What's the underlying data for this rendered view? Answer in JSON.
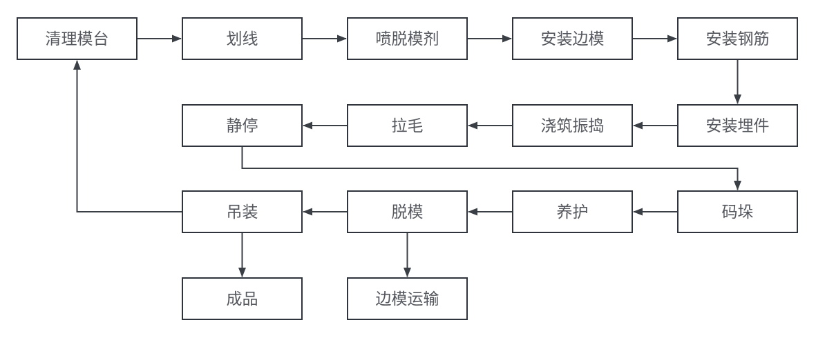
{
  "colors": {
    "background": "#ffffff",
    "node-border": "#2f333b",
    "node-fill": "#ffffff",
    "arrow": "#3a3e45",
    "text": "#54575d"
  },
  "nodes": [
    {
      "id": "clean-mold-table",
      "label": "清理模台"
    },
    {
      "id": "marking",
      "label": "划线"
    },
    {
      "id": "spray-release-agent",
      "label": "喷脱模剂"
    },
    {
      "id": "install-side-forms",
      "label": "安装边模"
    },
    {
      "id": "install-rebar",
      "label": "安装钢筋"
    },
    {
      "id": "resting",
      "label": "静停"
    },
    {
      "id": "roughening",
      "label": "拉毛"
    },
    {
      "id": "pour-and-vibrate",
      "label": "浇筑振捣"
    },
    {
      "id": "install-embedded-parts",
      "label": "安装埋件"
    },
    {
      "id": "hoisting",
      "label": "吊装"
    },
    {
      "id": "demolding",
      "label": "脱模"
    },
    {
      "id": "curing",
      "label": "养护"
    },
    {
      "id": "stacking",
      "label": "码垛"
    },
    {
      "id": "finished-product",
      "label": "成品"
    },
    {
      "id": "side-form-transport",
      "label": "边模运输"
    }
  ],
  "edges": [
    {
      "from": "clean-mold-table",
      "to": "marking"
    },
    {
      "from": "marking",
      "to": "spray-release-agent"
    },
    {
      "from": "spray-release-agent",
      "to": "install-side-forms"
    },
    {
      "from": "install-side-forms",
      "to": "install-rebar"
    },
    {
      "from": "install-rebar",
      "to": "install-embedded-parts"
    },
    {
      "from": "install-embedded-parts",
      "to": "pour-and-vibrate"
    },
    {
      "from": "pour-and-vibrate",
      "to": "roughening"
    },
    {
      "from": "roughening",
      "to": "resting"
    },
    {
      "from": "resting",
      "to": "stacking"
    },
    {
      "from": "stacking",
      "to": "curing"
    },
    {
      "from": "curing",
      "to": "demolding"
    },
    {
      "from": "demolding",
      "to": "hoisting"
    },
    {
      "from": "hoisting",
      "to": "clean-mold-table"
    },
    {
      "from": "hoisting",
      "to": "finished-product"
    },
    {
      "from": "demolding",
      "to": "side-form-transport"
    }
  ]
}
